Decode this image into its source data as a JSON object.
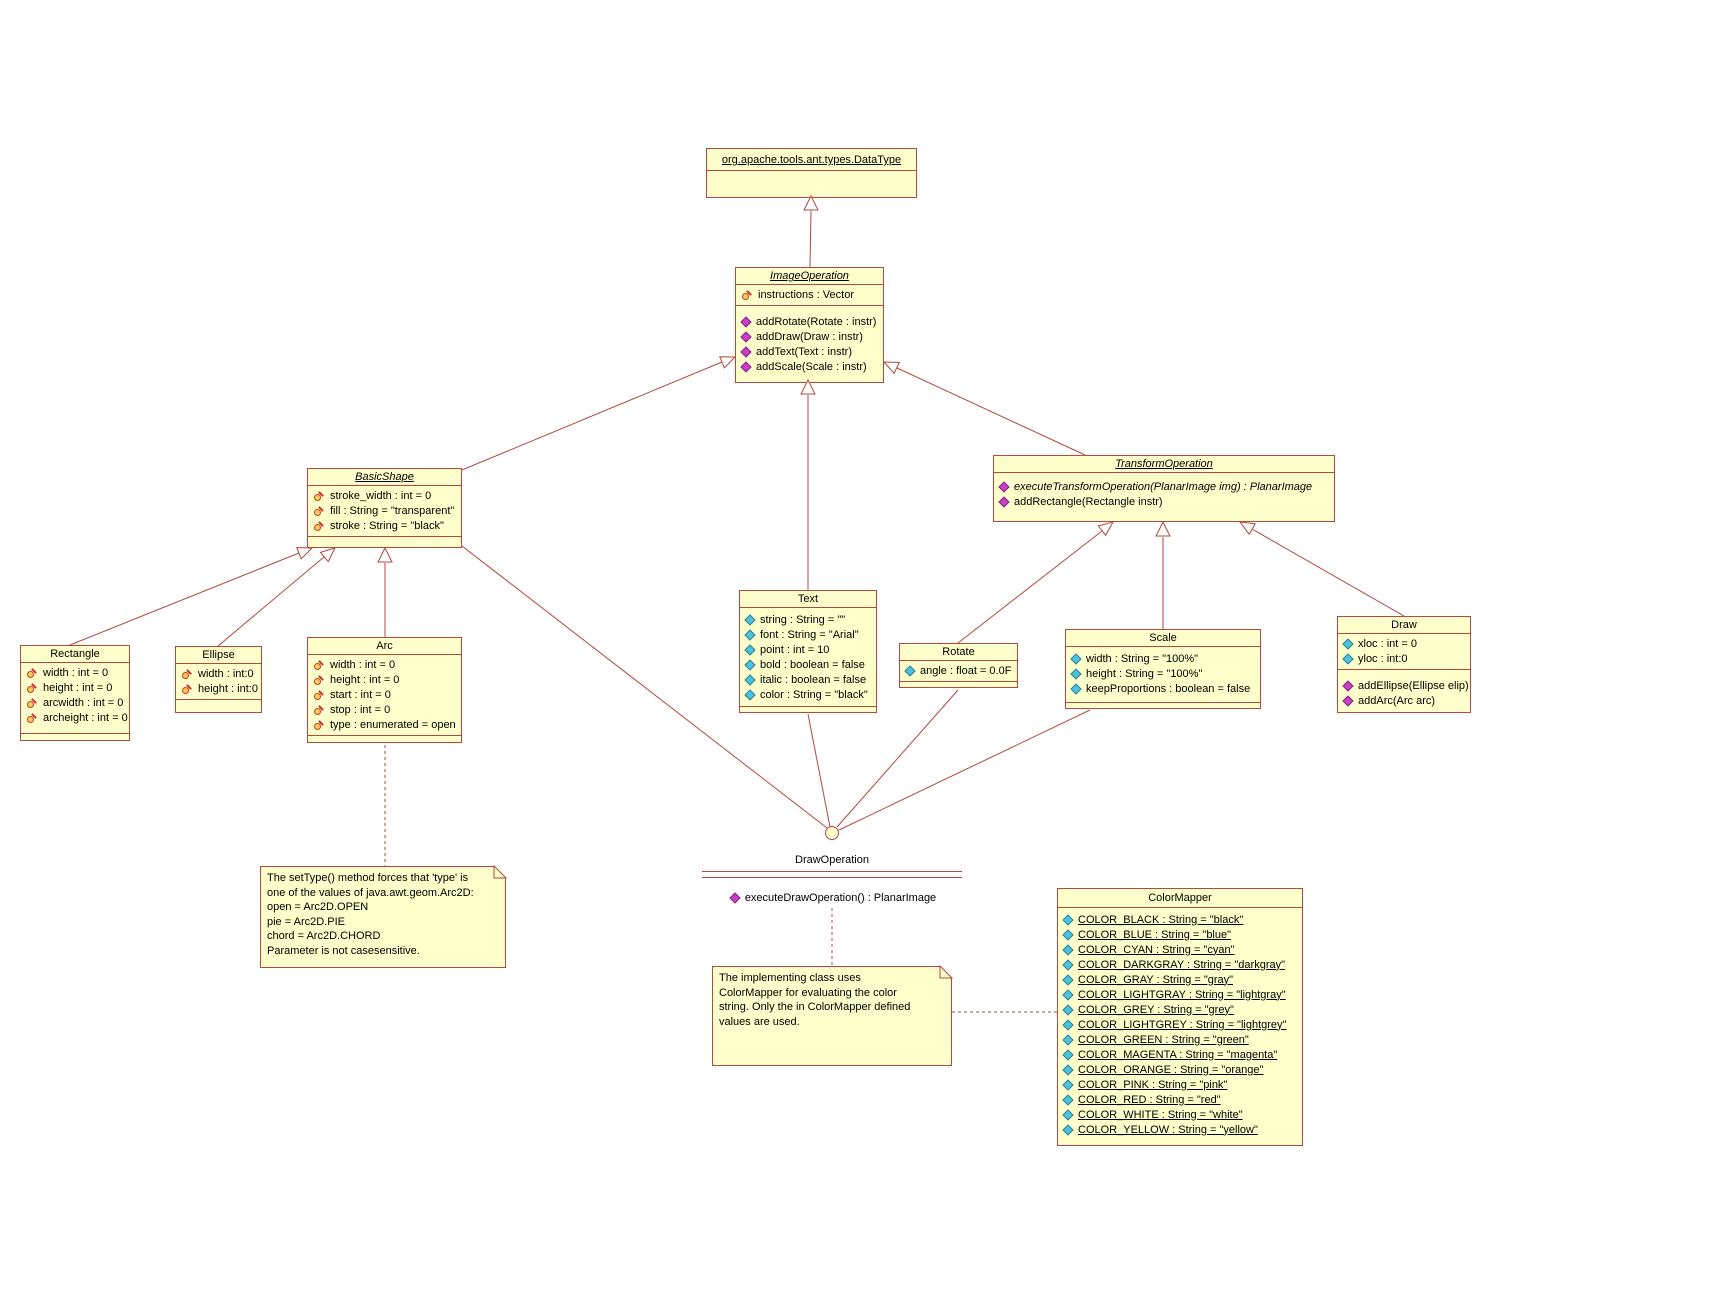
{
  "colors": {
    "box_fill": "#FFFFCC",
    "line": "#B2493F",
    "attribute_icon": "#49C4E0",
    "operation_icon": "#C93ECB",
    "key_icon": "#FFD24D"
  },
  "classes": {
    "datatype": {
      "title": "org.apache.tools.ant.types.DataType"
    },
    "image_operation": {
      "title": "ImageOperation",
      "attributes": [
        {
          "icon": "key",
          "text": "instructions : Vector"
        }
      ],
      "operations": [
        {
          "icon": "op",
          "text": "addRotate(Rotate : instr)"
        },
        {
          "icon": "op",
          "text": "addDraw(Draw : instr)"
        },
        {
          "icon": "op",
          "text": "addText(Text : instr)"
        },
        {
          "icon": "op",
          "text": "addScale(Scale : instr)"
        }
      ]
    },
    "basic_shape": {
      "title": "BasicShape",
      "attributes": [
        {
          "icon": "key",
          "text": "stroke_width : int = 0"
        },
        {
          "icon": "key",
          "text": "fill : String = \"transparent\""
        },
        {
          "icon": "key",
          "text": "stroke : String = \"black\""
        }
      ]
    },
    "transform_operation": {
      "title": "TransformOperation",
      "operations": [
        {
          "icon": "op",
          "text": "executeTransformOperation(PlanarImage img) : PlanarImage",
          "italic": true
        },
        {
          "icon": "op",
          "text": "addRectangle(Rectangle instr)"
        }
      ]
    },
    "rectangle": {
      "title": "Rectangle",
      "attributes": [
        {
          "icon": "key",
          "text": "width : int = 0"
        },
        {
          "icon": "key",
          "text": "height : int = 0"
        },
        {
          "icon": "key",
          "text": "arcwidth : int = 0"
        },
        {
          "icon": "key",
          "text": "archeight : int = 0"
        }
      ]
    },
    "ellipse": {
      "title": "Ellipse",
      "attributes": [
        {
          "icon": "key",
          "text": "width : int:0"
        },
        {
          "icon": "key",
          "text": "height : int:0"
        }
      ]
    },
    "arc": {
      "title": "Arc",
      "attributes": [
        {
          "icon": "key",
          "text": "width : int = 0"
        },
        {
          "icon": "key",
          "text": "height : int = 0"
        },
        {
          "icon": "key",
          "text": "start : int = 0"
        },
        {
          "icon": "key",
          "text": "stop : int = 0"
        },
        {
          "icon": "key",
          "text": "type : enumerated = open"
        }
      ]
    },
    "text": {
      "title": "Text",
      "attributes": [
        {
          "icon": "attr",
          "text": "string : String = \"\""
        },
        {
          "icon": "attr",
          "text": "font : String = \"Arial\""
        },
        {
          "icon": "attr",
          "text": "point : int = 10"
        },
        {
          "icon": "attr",
          "text": "bold : boolean = false"
        },
        {
          "icon": "attr",
          "text": "italic : boolean = false"
        },
        {
          "icon": "attr",
          "text": "color : String = \"black\""
        }
      ]
    },
    "rotate": {
      "title": "Rotate",
      "attributes": [
        {
          "icon": "attr",
          "text": "angle : float = 0.0F"
        }
      ]
    },
    "scale": {
      "title": "Scale",
      "attributes": [
        {
          "icon": "attr",
          "text": "width : String = \"100%\""
        },
        {
          "icon": "attr",
          "text": "height : String = \"100%\""
        },
        {
          "icon": "attr",
          "text": "keepProportions : boolean = false"
        }
      ]
    },
    "draw": {
      "title": "Draw",
      "attributes": [
        {
          "icon": "attr",
          "text": "xloc : int = 0"
        },
        {
          "icon": "attr",
          "text": "yloc : int:0"
        }
      ],
      "operations": [
        {
          "icon": "op",
          "text": "addEllipse(Ellipse elip)"
        },
        {
          "icon": "op",
          "text": "addArc(Arc arc)"
        }
      ]
    },
    "color_mapper": {
      "title": "ColorMapper",
      "attributes": [
        {
          "icon": "attr",
          "text": "COLOR_BLACK : String = \"black\"",
          "underline": true
        },
        {
          "icon": "attr",
          "text": "COLOR_BLUE : String = \"blue\"",
          "underline": true
        },
        {
          "icon": "attr",
          "text": "COLOR_CYAN : String = \"cyan\"",
          "underline": true
        },
        {
          "icon": "attr",
          "text": "COLOR_DARKGRAY : String = \"darkgray\"",
          "underline": true
        },
        {
          "icon": "attr",
          "text": "COLOR_GRAY : String = \"gray\"",
          "underline": true
        },
        {
          "icon": "attr",
          "text": "COLOR_LIGHTGRAY : String = \"lightgray\"",
          "underline": true
        },
        {
          "icon": "attr",
          "text": "COLOR_GREY : String = \"grey\"",
          "underline": true
        },
        {
          "icon": "attr",
          "text": "COLOR_LIGHTGREY : String = \"lightgrey\"",
          "underline": true
        },
        {
          "icon": "attr",
          "text": "COLOR_GREEN : String = \"green\"",
          "underline": true
        },
        {
          "icon": "attr",
          "text": "COLOR_MAGENTA : String = \"magenta\"",
          "underline": true
        },
        {
          "icon": "attr",
          "text": "COLOR_ORANGE : String = \"orange\"",
          "underline": true
        },
        {
          "icon": "attr",
          "text": "COLOR_PINK : String = \"pink\"",
          "underline": true
        },
        {
          "icon": "attr",
          "text": "COLOR_RED : String = \"red\"",
          "underline": true
        },
        {
          "icon": "attr",
          "text": "COLOR_WHITE : String = \"white\"",
          "underline": true
        },
        {
          "icon": "attr",
          "text": "COLOR_YELLOW : String = \"yellow\"",
          "underline": true
        }
      ]
    }
  },
  "interface_draw_operation": {
    "name": "DrawOperation",
    "operations": [
      {
        "icon": "op",
        "text": "executeDrawOperation() : PlanarImage"
      }
    ]
  },
  "notes": {
    "arc_type_note": {
      "lines": [
        "The setType() method forces that 'type' is",
        "one of the values of java.awt.geom.Arc2D:",
        "open = Arc2D.OPEN",
        "pie = Arc2D.PIE",
        "chord = Arc2D.CHORD",
        "Parameter is not casesensitive."
      ]
    },
    "color_mapper_note": {
      "lines": [
        "The implementing class uses",
        "ColorMapper for evaluating the color",
        "string. Only the in ColorMapper defined",
        "values are used."
      ]
    }
  }
}
